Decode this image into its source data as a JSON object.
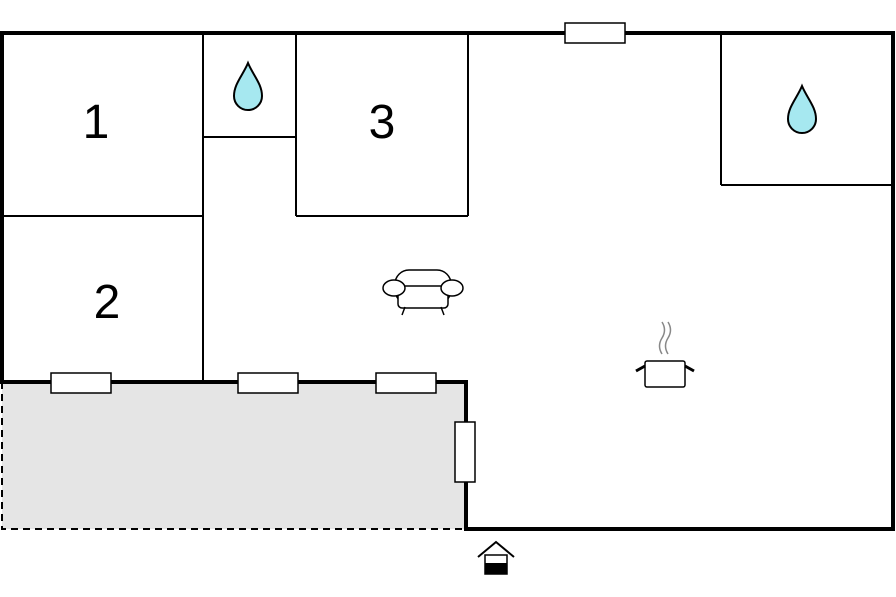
{
  "floorplan": {
    "rooms": [
      {
        "id": "bedroom-1",
        "label": "1"
      },
      {
        "id": "bedroom-2",
        "label": "2"
      },
      {
        "id": "bedroom-3",
        "label": "3"
      }
    ],
    "icons": {
      "bathroom_icon": "water-drop-icon",
      "living_icon": "sofa-icon",
      "kitchen_icon": "cooking-pot-icon",
      "entrance_icon": "entrance-house-icon"
    },
    "colors": {
      "walls": "#000000",
      "terrace": "#e5e5e5",
      "water": "#a6e8f0",
      "background": "#ffffff"
    }
  }
}
